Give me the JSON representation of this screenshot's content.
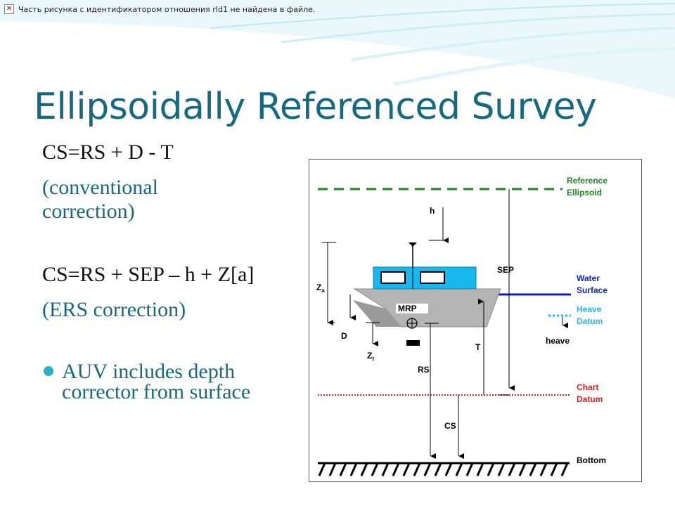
{
  "missing_image_notice": "Часть рисунка с идентификатором отношения rId1 не найдена в файле.",
  "title": "Ellipsoidally Referenced Survey",
  "body": {
    "formula_conventional": "CS=RS + D - T",
    "conventional_note_1": "(conventional",
    "conventional_note_2": "correction)",
    "formula_ers": "CS=RS + SEP – h + Z[a]",
    "ers_note": "(ERS correction)",
    "bullet": "AUV includes depth corrector from surface"
  },
  "diagram": {
    "labels": {
      "reference_ellipsoid_1": "Reference",
      "reference_ellipsoid_2": "Ellipsoid",
      "h": "h",
      "sep": "SEP",
      "water_surface_1": "Water",
      "water_surface_2": "Surface",
      "heave_datum_1": "Heave",
      "heave_datum_2": "Datum",
      "heave": "heave",
      "za_main": "Z",
      "za_sub": "a",
      "mrp": "MRP",
      "d": "D",
      "zt_main": "Z",
      "zt_sub": "t",
      "t": "T",
      "rs": "RS",
      "chart_datum_1": "Chart",
      "chart_datum_2": "Datum",
      "cs": "CS",
      "bottom": "Bottom"
    },
    "colors": {
      "ellipsoid": "#1a8a1a",
      "water": "#0b1fc8",
      "heave": "#2ab6e6",
      "chart": "#e0201e",
      "boat_cabin": "#17b8ee",
      "hull": "#b4b4b4"
    }
  }
}
